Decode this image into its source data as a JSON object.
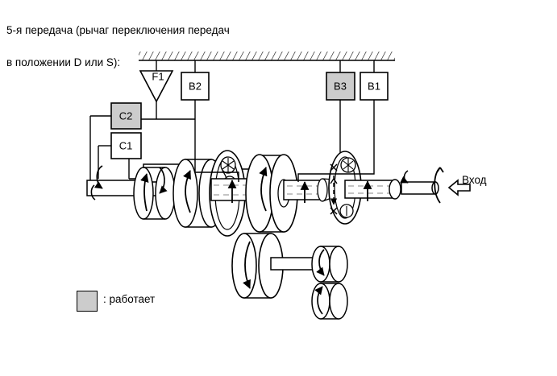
{
  "page": {
    "title_line1": "5-я передача (рычаг переключения передач",
    "title_line2": "в положении D или S):"
  },
  "diagram": {
    "type": "automatic-transmission-power-flow-schematic",
    "gear": "5-я передача",
    "selector_positions": [
      "D",
      "S"
    ],
    "ground_label": "hatched-fixed-support",
    "elements": [
      {
        "id": "F1",
        "label": "F1",
        "shape": "triangle",
        "state": "inactive",
        "fill": "#ffffff"
      },
      {
        "id": "B2",
        "label": "B2",
        "shape": "box",
        "state": "inactive",
        "fill": "#ffffff"
      },
      {
        "id": "B3",
        "label": "B3",
        "shape": "box",
        "state": "active",
        "fill": "#cccccc"
      },
      {
        "id": "B1",
        "label": "B1",
        "shape": "box",
        "state": "inactive",
        "fill": "#ffffff"
      },
      {
        "id": "C2",
        "label": "C2",
        "shape": "box",
        "state": "active",
        "fill": "#cccccc"
      },
      {
        "id": "C1",
        "label": "C1",
        "shape": "box",
        "state": "inactive",
        "fill": "#ffffff"
      }
    ],
    "input": {
      "label": "Вход",
      "arrow": "left-hollow-arrow",
      "rotation_marker": "curved-rotation-arrow"
    }
  },
  "legend": {
    "swatch_color": "#cccccc",
    "text": ": работает"
  },
  "colors": {
    "active_fill": "#cccccc",
    "inactive_fill": "#ffffff",
    "stroke": "#000000",
    "background": "#ffffff"
  }
}
